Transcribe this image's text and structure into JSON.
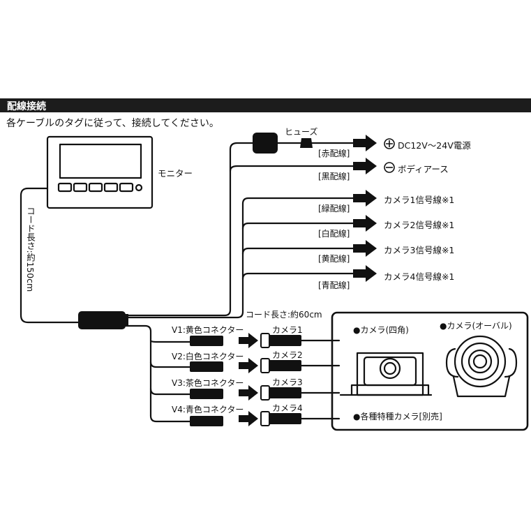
{
  "header": {
    "title": "配線接続"
  },
  "instruction": "各ケーブルのタグに従って、接続してください。",
  "monitor": {
    "label": "モニター",
    "cable_length": "コード長さ:約150cm"
  },
  "fuse_label": "ヒューズ",
  "power_lines": [
    {
      "tag": "[赤配線]",
      "dest": "DC12V～24V電源",
      "symbol": "plus"
    },
    {
      "tag": "[黒配線]",
      "dest": "ボディアース",
      "symbol": "minus"
    }
  ],
  "signal_lines": [
    {
      "tag": "[緑配線]",
      "dest": "カメラ1信号線※1"
    },
    {
      "tag": "[白配線]",
      "dest": "カメラ2信号線※1"
    },
    {
      "tag": "[黄配線]",
      "dest": "カメラ3信号線※1"
    },
    {
      "tag": "[青配線]",
      "dest": "カメラ4信号線※1"
    }
  ],
  "camera_cable_length": "コード長さ:約60cm",
  "connectors": [
    {
      "label": "V1:黄色コネクター",
      "camera": "カメラ1"
    },
    {
      "label": "V2:白色コネクター",
      "camera": "カメラ2"
    },
    {
      "label": "V3:茶色コネクター",
      "camera": "カメラ3"
    },
    {
      "label": "V4:青色コネクター",
      "camera": "カメラ4"
    }
  ],
  "camera_box": {
    "square_camera": "●カメラ(四角)",
    "oval_camera": "●カメラ(オーバル)",
    "note": "●各種特種カメラ[別売]"
  }
}
